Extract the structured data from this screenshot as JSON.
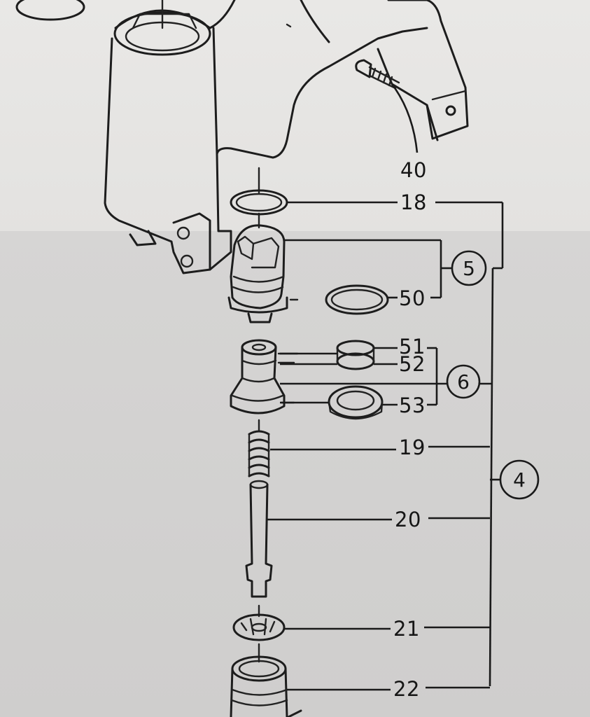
{
  "diagram": {
    "part_labels": {
      "p40": "40",
      "p18": "18",
      "p50": "50",
      "p51": "51",
      "p52": "52",
      "p53": "53",
      "p19": "19",
      "p20": "20",
      "p21": "21",
      "p22": "22"
    },
    "assembly_labels": {
      "a5": "5",
      "a6": "6",
      "a4": "4"
    }
  }
}
